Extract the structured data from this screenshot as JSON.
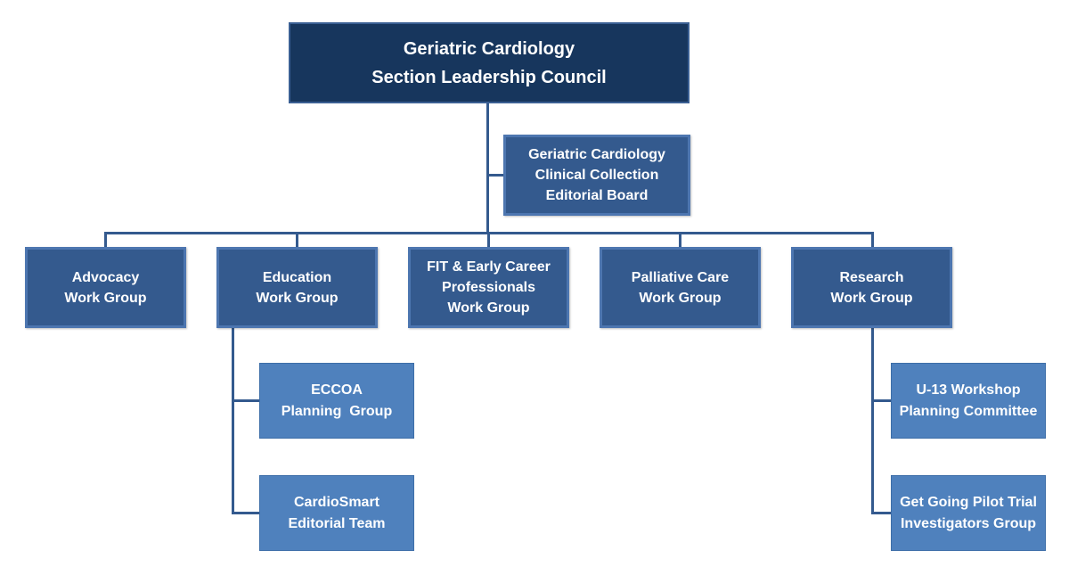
{
  "org_chart": {
    "root": {
      "lines": [
        "Geriatric Cardiology",
        "Section Leadership Council"
      ]
    },
    "side_board": {
      "lines": [
        "Geriatric Cardiology",
        "Clinical Collection",
        "Editorial Board"
      ]
    },
    "work_groups": [
      {
        "lines": [
          "Advocacy",
          "Work Group"
        ]
      },
      {
        "lines": [
          "Education",
          "Work Group"
        ]
      },
      {
        "lines": [
          "FIT & Early Career",
          "Professionals",
          "Work Group"
        ]
      },
      {
        "lines": [
          "Palliative Care",
          "Work Group"
        ]
      },
      {
        "lines": [
          "Research",
          "Work Group"
        ]
      }
    ],
    "education_subgroups": [
      {
        "lines": [
          "ECCOA",
          "Planning  Group"
        ]
      },
      {
        "lines": [
          "CardioSmart",
          "Editorial Team"
        ]
      }
    ],
    "research_subgroups": [
      {
        "lines": [
          "U-13 Workshop",
          "Planning Committee"
        ]
      },
      {
        "lines": [
          "Get Going Pilot Trial",
          "Investigators Group"
        ]
      }
    ],
    "colors": {
      "root_fill": "#17365d",
      "level1_fill": "#345a8e",
      "level2_fill": "#4f81bd",
      "connector": "#345a8e",
      "text": "#ffffff"
    }
  }
}
